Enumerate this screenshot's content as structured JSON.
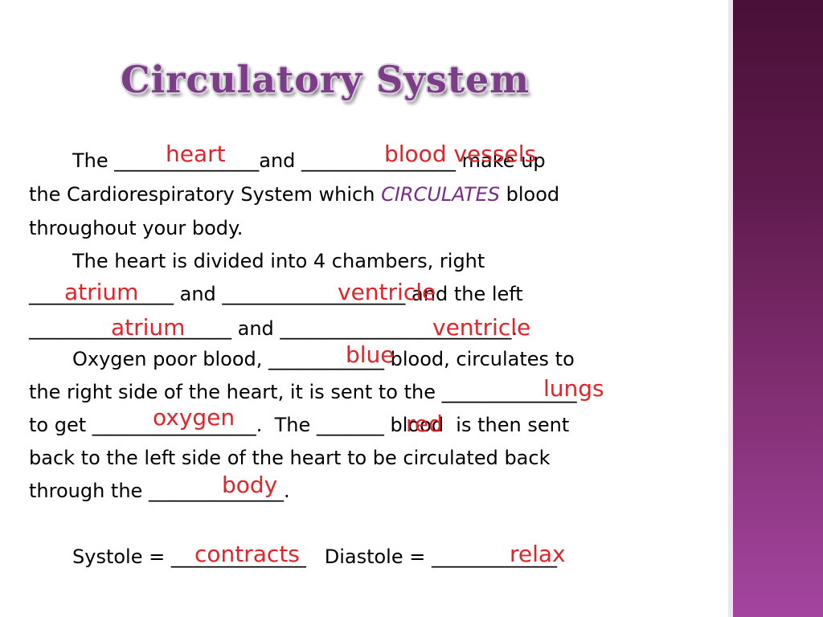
{
  "title": "Circulatory System",
  "lines": [
    "The _______________and ________________ make up",
    "the Cardiorespiratory System which ",
    "CIRCULATES",
    " blood",
    "throughout your body.",
    "The heart is divided into 4 chambers, right",
    "_______________ and ___________________ and the left",
    "_____________________ and ________________________.",
    "Oxygen poor blood, ____________ blood, circulates to",
    "the right side of the heart, it is sent to the ______________",
    "to get _________________.  The _______ blood  is then sent",
    "back to the left side of the heart to be circulated back",
    "through the ______________.",
    "Systole = ______________   Diastole = _____________"
  ],
  "answers": {
    "heart": "heart",
    "blood_vessels": "blood vessels",
    "atrium_right": "atrium",
    "ventricle_right": "ventricle",
    "atrium_left": "atrium",
    "ventricle_left": "ventricle",
    "blue": "blue",
    "lungs": "lungs",
    "oxygen": "oxygen",
    "red": "red",
    "body": "body",
    "contracts": "contracts",
    "relax": "relax"
  },
  "colors": {
    "title": "#7a3d86",
    "answer": "#e0242a",
    "emphasis": "#7a2a87",
    "side_band": "#6b2060"
  }
}
